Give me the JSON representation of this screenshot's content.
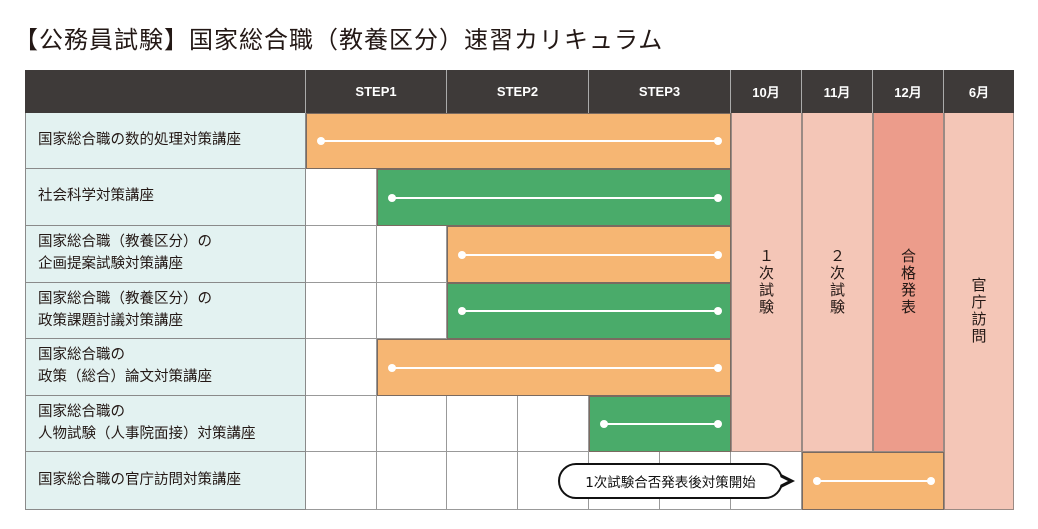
{
  "title": "【公務員試験】国家総合職（教養区分）速習カリキュラム",
  "headers": [
    "STEP1",
    "STEP2",
    "STEP3",
    "10月",
    "11月",
    "12月",
    "6月"
  ],
  "courses": [
    "国家総合職の数的処理対策講座",
    "社会科学対策講座",
    "国家総合職（教養区分）の\n企画提案試験対策講座",
    "国家総合職（教養区分）の\n政策課題討議対策講座",
    "国家総合職の\n政策（総合）論文対策講座",
    "国家総合職の\n人物試験（人事院面接）対策講座",
    "国家総合職の官庁訪問対策講座"
  ],
  "events": [
    "１次試験",
    "２次試験",
    "合格発表",
    "官庁訪問"
  ],
  "callout": "1次試験合否発表後対策開始",
  "colors": {
    "header": "#3e3a39",
    "orange": "#f6b673",
    "green": "#4aab6a",
    "pink": "#f4c6b7",
    "dark_pink": "#ec9c8b"
  }
}
